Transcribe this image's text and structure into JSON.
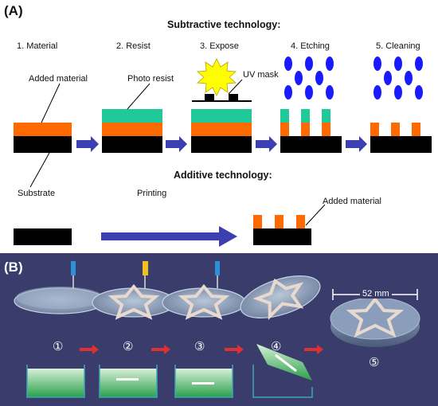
{
  "panel_a": {
    "label": "(A)",
    "subtractive_title": "Subtractive technology:",
    "steps": [
      "1. Material",
      "2. Resist",
      "3. Expose",
      "4. Etching",
      "5. Cleaning"
    ],
    "callout_added_material": "Added material",
    "callout_photo_resist": "Photo resist",
    "callout_uv_mask": "UV mask",
    "additive_title": "Additive technology:",
    "callout_substrate": "Substrate",
    "printing_label": "Printing",
    "callout_added_material_2": "Added material",
    "colors": {
      "added_material": "#ff6a00",
      "photo_resist": "#1fc99a",
      "substrate": "#000000",
      "arrow": "#3b3fb0",
      "etchant": "#1a1aff",
      "uv_sun": "#ffff00"
    }
  },
  "panel_b": {
    "label": "(B)",
    "step_markers": [
      "①",
      "②",
      "③",
      "④",
      "⑤"
    ],
    "scale_label": "52 mm",
    "colors": {
      "background": "#3a3d6c",
      "arrow": "#e03030",
      "tank_fill": "#2aa04a",
      "needle_blue": "#2d8fd6",
      "needle_yellow": "#f0c020"
    }
  }
}
